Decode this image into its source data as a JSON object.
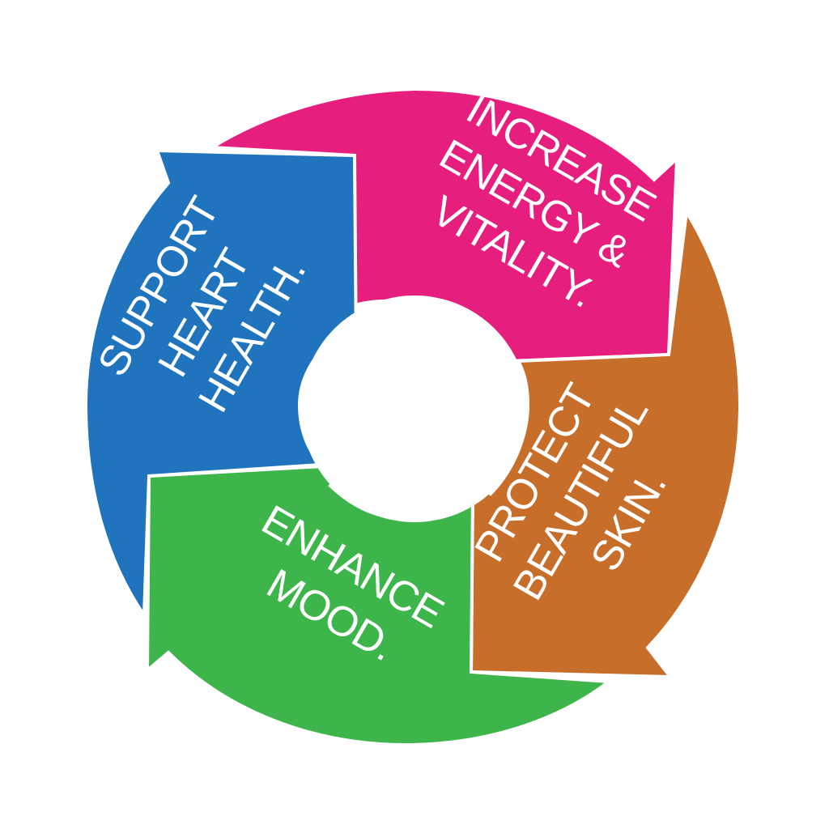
{
  "diagram": {
    "segments": [
      {
        "id": "energy",
        "color": "#E61E7E",
        "lines": [
          "INCREASE",
          "ENERGY &",
          "VITALITY."
        ]
      },
      {
        "id": "skin",
        "color": "#C76E2A",
        "lines": [
          "PROTECT",
          "BEAUTIFUL",
          "SKIN."
        ]
      },
      {
        "id": "mood",
        "color": "#3DB54A",
        "lines": [
          "ENHANCE",
          "MOOD."
        ]
      },
      {
        "id": "heart",
        "color": "#1F74BD",
        "lines": [
          "SUPPORT",
          "HEART",
          "HEALTH."
        ]
      }
    ]
  }
}
